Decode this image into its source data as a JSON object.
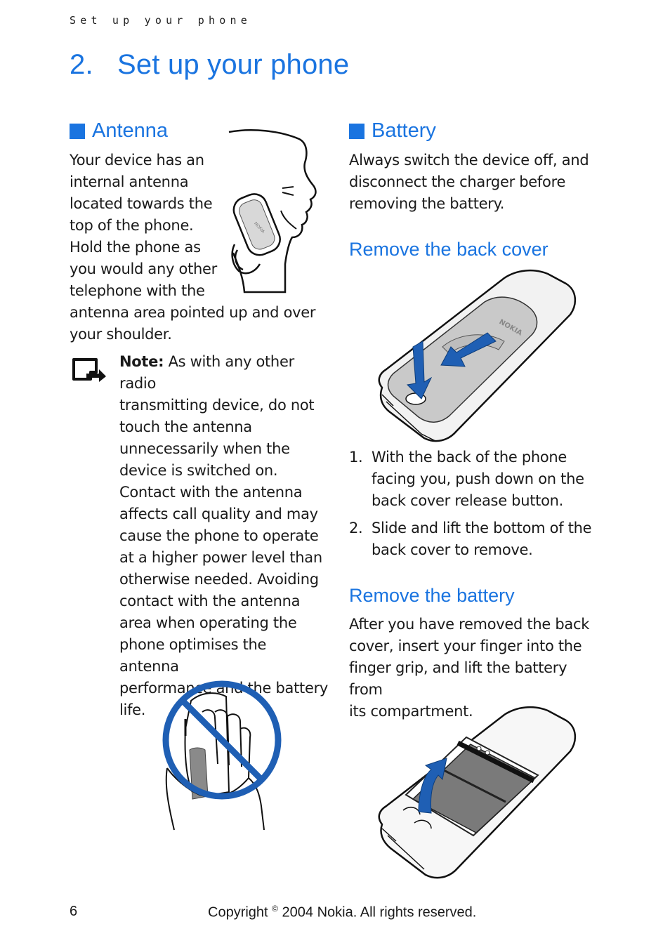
{
  "header": {
    "running_title": "Set up your phone"
  },
  "chapter": {
    "number": "2.",
    "title": "Set up your phone"
  },
  "antenna": {
    "heading": "Antenna",
    "body_lines": [
      "Your device has an",
      "internal antenna",
      "located towards the",
      "top of the phone.",
      "Hold the phone as",
      "you would any other",
      "telephone with the",
      "antenna area pointed up and over",
      "your shoulder."
    ],
    "note_label": "Note:",
    "note_lines": [
      " As with any other radio",
      "transmitting device, do not",
      "touch the antenna",
      "unnecessarily when the",
      "device is switched on.",
      "Contact with the antenna",
      "affects call quality and may",
      "cause the phone to operate",
      "at a higher power level than",
      "otherwise needed. Avoiding",
      "contact with the antenna",
      "area when operating the",
      "phone optimises the antenna",
      "performance and the battery",
      "life."
    ],
    "phone_brand": "NOKIA"
  },
  "battery": {
    "heading": "Battery",
    "intro_lines": [
      "Always switch the device off, and",
      "disconnect the charger before",
      "removing the battery."
    ],
    "remove_cover": {
      "heading": "Remove the back cover",
      "phone_brand": "NOKIA",
      "steps": [
        {
          "num": "1.",
          "lines": [
            "With the back of the phone",
            "facing you, push down on the",
            "back cover release button."
          ]
        },
        {
          "num": "2.",
          "lines": [
            "Slide and lift the bottom of the",
            "back cover to remove."
          ]
        }
      ]
    },
    "remove_battery": {
      "heading": "Remove the battery",
      "lines": [
        "After you have removed the back",
        "cover, insert your finger into the",
        "finger grip, and lift the battery from",
        "its compartment."
      ]
    }
  },
  "footer": {
    "page_number": "6",
    "copyright_prefix": "Copyright ",
    "copyright_symbol": "©",
    "copyright_rest": " 2004 Nokia. All rights reserved."
  },
  "colors": {
    "accent": "#1a74e0",
    "text": "#1a1a1a",
    "illustration_blue": "#1f5fb4"
  },
  "icons": [
    "note-icon",
    "prohibited-icon",
    "arrow-down-icon",
    "arrow-left-icon",
    "arrow-up-icon"
  ]
}
